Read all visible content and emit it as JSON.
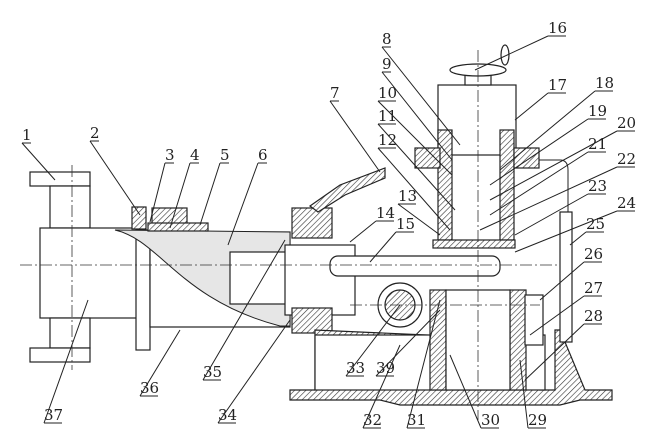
{
  "title": "Metering pump assembly cross-section",
  "labels": [
    "1",
    "2",
    "3",
    "4",
    "5",
    "6",
    "7",
    "8",
    "9",
    "10",
    "11",
    "12",
    "13",
    "14",
    "15",
    "16",
    "17",
    "18",
    "19",
    "20",
    "21",
    "22",
    "23",
    "24",
    "25",
    "26",
    "27",
    "28",
    "29",
    "30",
    "31",
    "32",
    "33",
    "34",
    "35",
    "36",
    "37",
    "39"
  ]
}
